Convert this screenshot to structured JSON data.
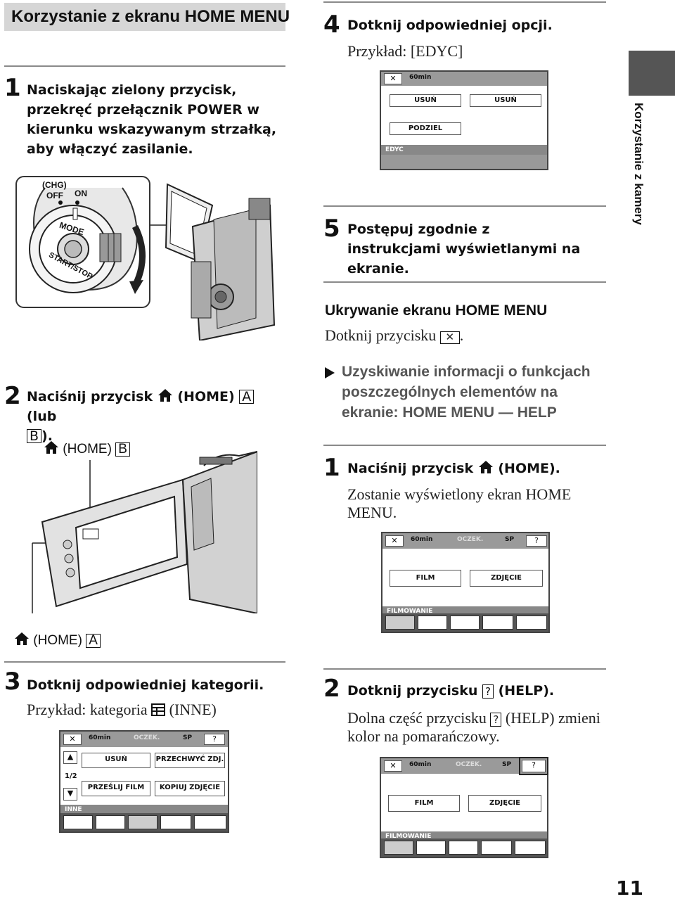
{
  "header_bar": {
    "title": "Korzystanie z ekranu HOME MENU"
  },
  "side_tab": {
    "label": "Korzystanie z kamery"
  },
  "page_number": "11",
  "left": {
    "step1": {
      "num": "1",
      "text": "Naciskając zielony przycisk, przekręć przełącznik POWER w kierunku wskazywanym strzałką, aby włączyć zasilanie."
    },
    "dial": {
      "chg": "(CHG)",
      "off": "OFF",
      "on": "ON",
      "mode": "MODE",
      "startstop": "START/STOP"
    },
    "step2": {
      "num": "2",
      "text_a": "Naciśnij przycisk",
      "home": "(HOME)",
      "key_a": "A",
      "lub": "(lub",
      "key_b": "B",
      "end": ")."
    },
    "callout_b": {
      "home": "(HOME)",
      "key": "B"
    },
    "callout_a": {
      "home": "(HOME)",
      "key": "A"
    },
    "step3": {
      "num": "3",
      "text": "Dotknij odpowiedniej kategorii.",
      "example_prefix": "Przykład: kategoria",
      "example_suffix": "(INNE)"
    },
    "screen_other": {
      "battery": "60min",
      "standby": "OCZEK.",
      "quality": "SP",
      "help": "?",
      "buttons": [
        "USUŃ",
        "PRZECHWYĆ ZDJ.",
        "PRZEŚLIJ FILM",
        "KOPIUJ ZDJĘCIE"
      ],
      "page": "1/2",
      "bar": "INNE"
    }
  },
  "right": {
    "step4": {
      "num": "4",
      "text": "Dotknij odpowiedniej opcji.",
      "example": "Przykład: [EDYC]"
    },
    "screen_edit": {
      "battery": "60min",
      "buttons": [
        "USUŃ",
        "USUŃ",
        "PODZIEL"
      ],
      "bar": "EDYC"
    },
    "step5": {
      "num": "5",
      "text": "Postępuj zgodnie z instrukcjami wyświetlanymi na ekranie."
    },
    "hide": {
      "title": "Ukrywanie ekranu HOME MENU",
      "text": "Dotknij przycisku",
      "end": "."
    },
    "info": {
      "title": "Uzyskiwanie informacji o funkcjach poszczególnych elementów na ekranie: HOME MENU — HELP"
    },
    "hstep1": {
      "num": "1",
      "text_a": "Naciśnij przycisk",
      "text_b": "(HOME).",
      "desc": "Zostanie wyświetlony ekran HOME MENU."
    },
    "screen_home1": {
      "battery": "60min",
      "standby": "OCZEK.",
      "quality": "SP",
      "help": "?",
      "buttons": [
        "FILM",
        "ZDJĘCIE"
      ],
      "bar": "FILMOWANIE"
    },
    "hstep2": {
      "num": "2",
      "text_a": "Dotknij przycisku",
      "help_key": "?",
      "text_b": "(HELP).",
      "desc_a": "Dolna część przycisku",
      "desc_b": "(HELP) zmieni kolor na pomarańczowy."
    },
    "screen_home2": {
      "battery": "60min",
      "standby": "OCZEK.",
      "quality": "SP",
      "help": "?",
      "buttons": [
        "FILM",
        "ZDJĘCIE"
      ],
      "bar": "FILMOWANIE"
    }
  }
}
